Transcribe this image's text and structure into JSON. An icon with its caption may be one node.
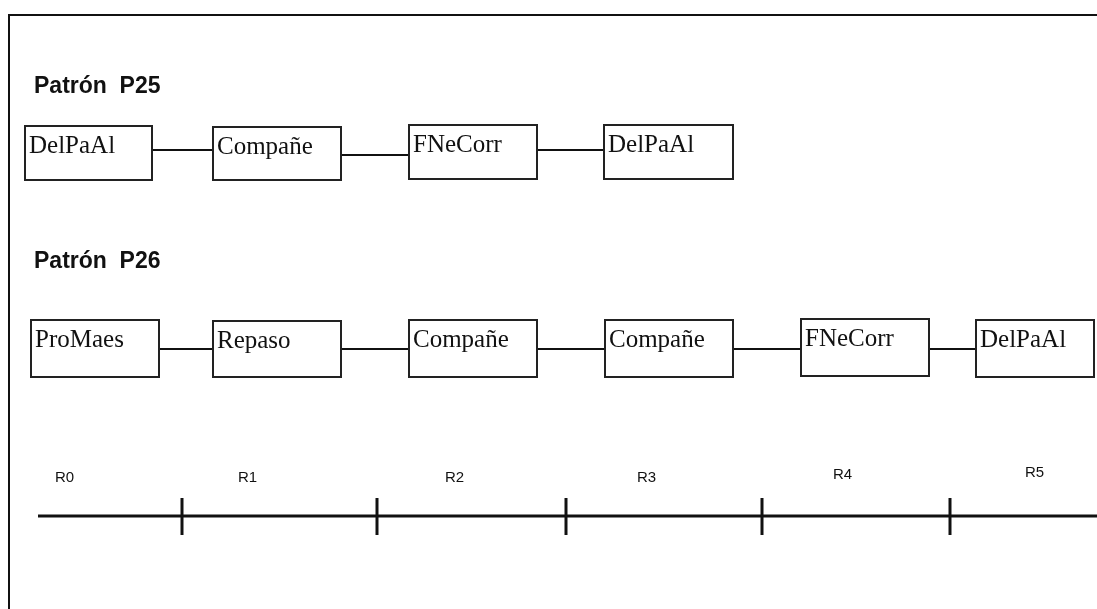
{
  "diagram": {
    "nodes": [
      {
        "text": [
          "DelPaAl"
        ]
      },
      {
        "text": [
          "Compañe"
        ]
      },
      {
        "text": [
          "FNeCorr"
        ]
      },
      {
        "text": [
          "DelPaAl"
        ]
      },
      {
        "text": [
          "ProMaes"
        ]
      },
      {
        "text": [
          "Repaso"
        ]
      },
      {
        "text": [
          "Compañe"
        ]
      },
      {
        "text": [
          "Compañe"
        ]
      },
      {
        "text": [
          "FNeCorr"
        ]
      },
      {
        "text": [
          "DelPaAl"
        ]
      }
    ],
    "edges": [
      {
        "from": 0,
        "to": 1,
        "arrow": "none"
      },
      {
        "from": 1,
        "to": 2,
        "arrow": "none"
      },
      {
        "from": 2,
        "to": 3,
        "arrow": "none"
      },
      {
        "from": 4,
        "to": 5,
        "arrow": "none"
      },
      {
        "from": 5,
        "to": 6,
        "arrow": "none"
      },
      {
        "from": 6,
        "to": 7,
        "arrow": "none"
      },
      {
        "from": 7,
        "to": 8,
        "arrow": "none"
      },
      {
        "from": 8,
        "to": 9,
        "arrow": "none"
      }
    ],
    "labels": [
      "Patrón  P25",
      "Patrón  P26",
      "R0",
      "R1",
      "R2",
      "R3",
      "R4",
      "R5"
    ]
  }
}
